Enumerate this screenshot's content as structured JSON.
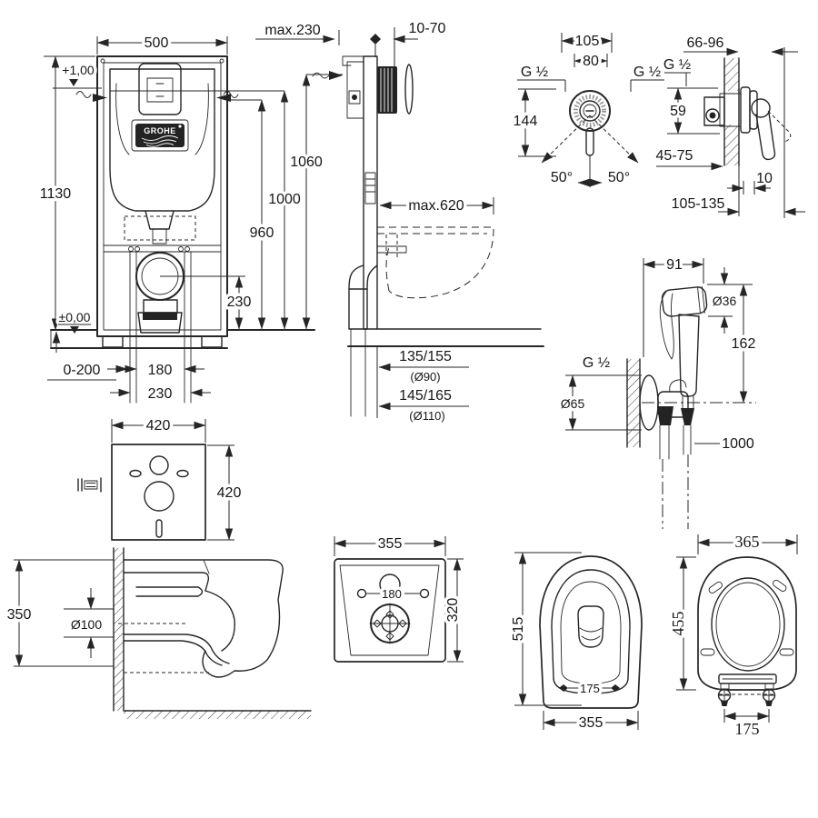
{
  "brand": {
    "logo": "GROHE"
  },
  "frame_front": {
    "width": "500",
    "height": "1130",
    "level_top": "+1,00",
    "level_floor": "±0,00",
    "floor_adjust": "0-200",
    "bolt_spacing": "180",
    "bolt_spacing_outer": "230",
    "drain_height": "230",
    "dim_960": "960",
    "dim_1000": "1000",
    "dim_1060": "1060"
  },
  "frame_side": {
    "depth": "max.230",
    "wall_thickness": "10-70",
    "reach": "max.620",
    "outlet_90": "135/155",
    "outlet_90_dia": "(Ø90)",
    "outlet_110": "145/165",
    "outlet_110_dia": "(Ø110)"
  },
  "mixer_front": {
    "width": "105",
    "cartridge_cc": "80",
    "thread_left": "G ½",
    "thread_right": "G ½",
    "height": "144",
    "angle_left": "50°",
    "angle_right": "50°"
  },
  "mixer_side": {
    "depth_range": "66-96",
    "thread": "G ½",
    "conn_cc": "59",
    "depth_adjust": "45-75",
    "plate": "10",
    "total_depth": "105-135"
  },
  "hand_shower": {
    "width": "91",
    "head_dia": "Ø36",
    "length": "162",
    "thread": "G ½",
    "plate_dia": "Ø65",
    "hose_length": "1000"
  },
  "pad": {
    "width": "420",
    "height": "420"
  },
  "bowl_side": {
    "height": "350",
    "drain_dia": "Ø100"
  },
  "bowl_back": {
    "width": "355",
    "hole_cc": "180",
    "height": "320"
  },
  "bowl_top": {
    "length": "515",
    "seat_cc": "175",
    "width": "355"
  },
  "seat": {
    "width": "365",
    "length": "455",
    "hinge_cc": "175"
  }
}
